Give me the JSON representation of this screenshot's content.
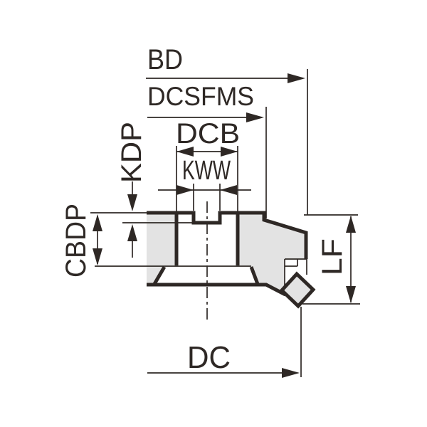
{
  "figure": {
    "type": "technical-drawing",
    "subject": "face-mill-cutter-side-cross-section",
    "colors": {
      "line": "#2e2825",
      "gray": "#e3e3e3",
      "background": "#ffffff"
    },
    "labels": {
      "bd": {
        "text": "BD",
        "orientation": "horizontal"
      },
      "dcsfms": {
        "text": "DCSFMS",
        "orientation": "horizontal"
      },
      "dcb": {
        "text": "DCB",
        "orientation": "horizontal"
      },
      "kww": {
        "text": "KWW",
        "orientation": "horizontal"
      },
      "kdp": {
        "text": "KDP",
        "orientation": "vertical-rotated"
      },
      "cbdp": {
        "text": "CBDP",
        "orientation": "vertical-rotated"
      },
      "lf": {
        "text": "LF",
        "orientation": "vertical-rotated"
      },
      "dc": {
        "text": "DC",
        "orientation": "horizontal"
      }
    }
  }
}
